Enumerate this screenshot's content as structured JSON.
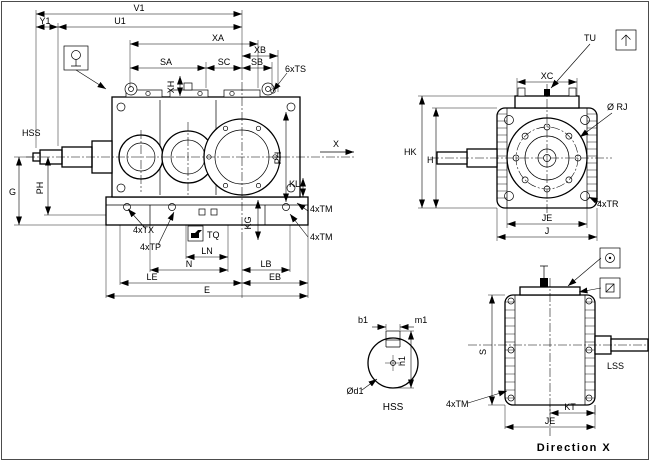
{
  "colors": {
    "ink": "#000000",
    "paper": "#ffffff"
  },
  "main_view": {
    "v1": "V1",
    "y1": "Y1",
    "u1": "U1",
    "xa": "XA",
    "xb": "XB",
    "sa": "SA",
    "sc": "SC",
    "sb": "SB",
    "xh": "XH",
    "ts": "6xTS",
    "hss": "HSS",
    "g": "G",
    "ph_left": "PH",
    "ph_right": "PH",
    "x": "X",
    "kl": "KL",
    "kg": "KG",
    "tx": "4xTX",
    "tp": "4xTP",
    "tq": "TQ",
    "tm_top": "4xTM",
    "tm_bottom": "4xTM",
    "ln": "LN",
    "n": "N",
    "lb": "LB",
    "le": "LE",
    "eb": "EB",
    "e": "E"
  },
  "end_view": {
    "tu": "TU",
    "xc": "XC",
    "rj": "Ø RJ",
    "hk": "HK",
    "h": "H",
    "je": "JE",
    "j": "J",
    "tr": "4xTR"
  },
  "output_view": {
    "lss": "LSS",
    "tm": "4xTM",
    "kt": "KT",
    "je": "JE",
    "s": "S",
    "direction": "Direction X"
  },
  "shaft_detail": {
    "b1": "b1",
    "m1": "m1",
    "h1": "h1",
    "d1": "Ød1",
    "hss": "HSS"
  },
  "icons": {
    "main_top_left": "eye-bolt-icon",
    "tq": "oil-can-icon",
    "end_top_right": "eye-bolt-icon",
    "output_right_1": "sight-glass-icon",
    "output_right_2": "drain-plug-icon"
  }
}
